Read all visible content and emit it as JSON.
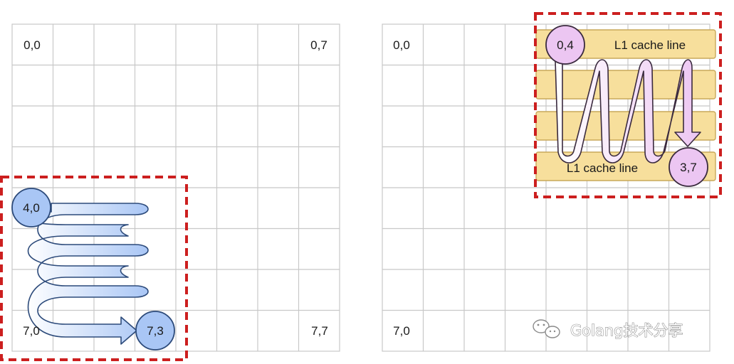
{
  "left_grid": {
    "corner_top_left": "0,0",
    "corner_top_right": "0,7",
    "corner_bottom_left": "7,0",
    "corner_bottom_right": "7,7",
    "path_start": "4,0",
    "path_end": "7,3"
  },
  "right_grid": {
    "corner_top_left": "0,0",
    "corner_bottom_left": "7,0",
    "path_start": "0,4",
    "path_end": "3,7",
    "cache_line_top_label": "L1 cache line",
    "cache_line_bottom_label": "L1 cache line"
  },
  "watermark": {
    "text": "Golang技术分享",
    "icon": "wechat-icon"
  },
  "colors": {
    "grid_line": "#c8c8c8",
    "dashed_border": "#cc1f1f",
    "blue_fill": "#a9c6f5",
    "blue_stroke": "#2c4a7a",
    "pink_fill": "#ecc6f2",
    "pink_stroke": "#3a2a3e",
    "cache_line_fill": "#f7df9c",
    "cache_line_stroke": "#c9a85a"
  }
}
